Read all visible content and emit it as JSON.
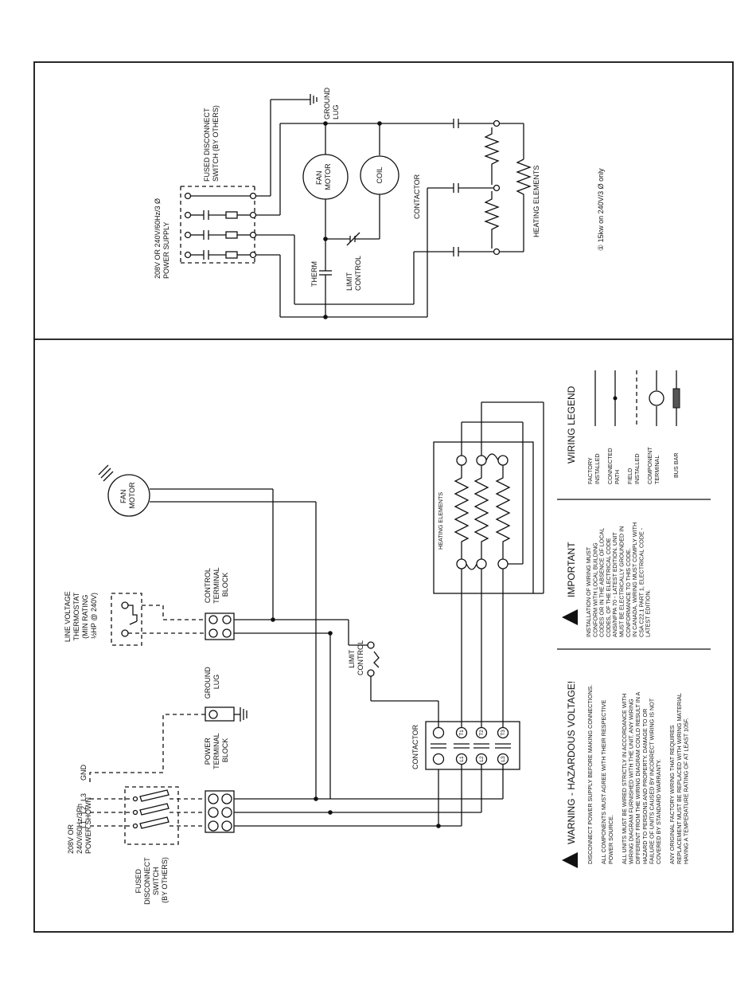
{
  "schematic": {
    "ground_lug": [
      "GROUND",
      "LUG"
    ],
    "fused_disconnect": [
      "FUSED DISCONNECT",
      "SWITCH (BY OTHERS)"
    ],
    "power_supply": [
      "208V OR 240V/60Hz/3   Ø",
      "POWER SUPPLY"
    ],
    "fan_motor": [
      "FAN",
      "MOTOR"
    ],
    "coil": "COIL",
    "contactor": "CONTACTOR",
    "heating_elements": "HEATING ELEMENTS",
    "therm": "THERM",
    "limit_control": [
      "LIMIT",
      "CONTROL"
    ],
    "footnote": "① 15kw on 240V/3  Ø  only"
  },
  "wiring": {
    "fan_motor": [
      "FAN",
      "MOTOR"
    ],
    "thermostat": [
      "LINE VOLTAGE",
      "THERMOSTAT",
      "(MIN RATING",
      "½HP @ 240V)"
    ],
    "control_terminal_block": [
      "CONTROL",
      "TERMINAL",
      "BLOCK"
    ],
    "ground_lug": [
      "GROUND",
      "LUG"
    ],
    "power_terminal_block": [
      "POWER",
      "TERMINAL",
      "BLOCK"
    ],
    "limit_control": [
      "LIMIT",
      "CONTROL"
    ],
    "contactor": "CONTACTOR",
    "heating_elements": "HEATING ELEMENTS",
    "gnd": "GND",
    "line_labels": [
      "L1",
      "L2",
      "L3"
    ],
    "power_shown": [
      "208V OR",
      "240V/60Hz/3Ph",
      "POWER SHOWN"
    ],
    "fused_disconnect": [
      "FUSED",
      "DISCONNECT",
      "SWITCH",
      "(BY OTHERS)"
    ],
    "terminals_top": [
      "T1",
      "T2",
      "T3"
    ],
    "terminals_bottom": [
      "L1",
      "L2",
      "L3"
    ]
  },
  "legend": {
    "title": "WIRING LEGEND",
    "items": [
      [
        "FACTORY",
        "INSTALLED"
      ],
      [
        "CONNECTED",
        "PATH"
      ],
      [
        "FIELD",
        "INSTALLED"
      ],
      [
        "COMPONENT",
        "TERMINAL"
      ],
      [
        "BUS BAR"
      ]
    ]
  },
  "important": {
    "title": "IMPORTANT",
    "lines": [
      "INSTALLATION OF WIRING MUST",
      "CONFORM WITH LOCAL BUILDING",
      "CODES OR IN THE ABSENCE OF LOCAL",
      "CODES, OF THE ELECTRICAL CODE",
      "ANSI/NFPA 70 - LATEST EDITION. UNIT",
      "MUST BE ELECTRICALLY GROUNDED IN",
      "CONFORMANCE TO THIS CODE.",
      "IN CANADA, WIRING MUST COMPLY WITH",
      "CSA C22.1 PART 1, ELECTRICAL CODE -",
      "LATEST EDITION."
    ]
  },
  "warning": {
    "title": "WARNING - HAZARDOUS VOLTAGE!",
    "lines": [
      "DISCONNECT POWER SUPPLY BEFORE MAKING CONNECTIONS.",
      "",
      "ALL COMPONENTS MUST AGREE WITH THEIR RESPECTIVE",
      "POWER SOURCE.",
      "",
      "ALL UNITS MUST BE WIRED STRICTLY IN ACCORDANCE WITH",
      "WIRING DIAGRAM FURNISHED WITH THE UNIT.  ANY WIRING",
      "DIFFERENT FROM THE WIRING DIAGRAM COULD RESULT IN A",
      "HAZARD TO PERSONS AND PROPERTY.  DAMAGE TO OR",
      "FAILURE OF UNITS CAUSED BY INCORRECT WIRING IS NOT",
      "COVERED BY STANDARD WARRANTY.",
      "",
      "ANY ORIGINAL FACTORY WIRING THAT REQUIRES",
      "REPLACEMENT MUST BE REPLACED WITH WIRING MATERIAL",
      "HAVING A TEMPERATURE RATING OF AT LEAST 105F."
    ]
  }
}
